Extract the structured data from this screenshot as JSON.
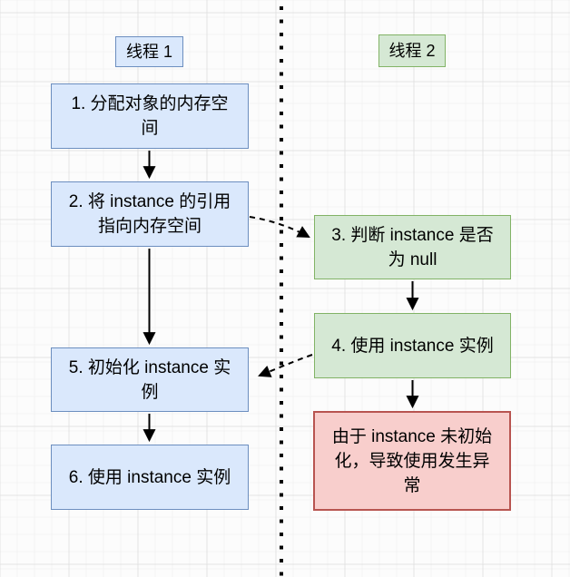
{
  "diagram": {
    "type": "flowchart",
    "subject": "DCL singleton instruction reordering between two threads",
    "colors": {
      "blue_fill": "#dae8fc",
      "blue_border": "#6c8ebf",
      "green_fill": "#d5e8d4",
      "green_border": "#82b366",
      "red_fill": "#f8cecc",
      "red_border": "#b85450",
      "arrow": "#000000",
      "grid_line": "#ececec"
    },
    "lanes": {
      "thread1": {
        "label": "线程 1"
      },
      "thread2": {
        "label": "线程 2"
      }
    },
    "nodes": {
      "step1": {
        "text": "1. 分配对象的内存空\n间",
        "lane": "thread1",
        "color": "blue"
      },
      "step2": {
        "text": "2. 将 instance 的引用\n指向内存空间",
        "lane": "thread1",
        "color": "blue"
      },
      "step3": {
        "text": "3. 判断 instance 是否\n为 null",
        "lane": "thread2",
        "color": "green"
      },
      "step4": {
        "text": "4. 使用 instance 实例",
        "lane": "thread2",
        "color": "green"
      },
      "step5": {
        "text": "5. 初始化 instance 实\n例",
        "lane": "thread1",
        "color": "blue"
      },
      "step6": {
        "text": "6. 使用 instance 实例",
        "lane": "thread1",
        "color": "blue"
      },
      "error": {
        "text": "由于 instance 未初始\n化，导致使用发生异\n常",
        "lane": "thread2",
        "color": "red"
      }
    },
    "edges": [
      {
        "from": "step1",
        "to": "step2",
        "style": "solid"
      },
      {
        "from": "step2",
        "to": "step5",
        "style": "solid"
      },
      {
        "from": "step5",
        "to": "step6",
        "style": "solid"
      },
      {
        "from": "step3",
        "to": "step4",
        "style": "solid"
      },
      {
        "from": "step4",
        "to": "error",
        "style": "solid"
      },
      {
        "from": "step2",
        "to": "step3",
        "style": "dashed"
      },
      {
        "from": "step4",
        "to": "step5",
        "style": "dashed"
      }
    ],
    "separator": {
      "style": "dotted-vertical-line",
      "between": [
        "thread1",
        "thread2"
      ]
    }
  }
}
